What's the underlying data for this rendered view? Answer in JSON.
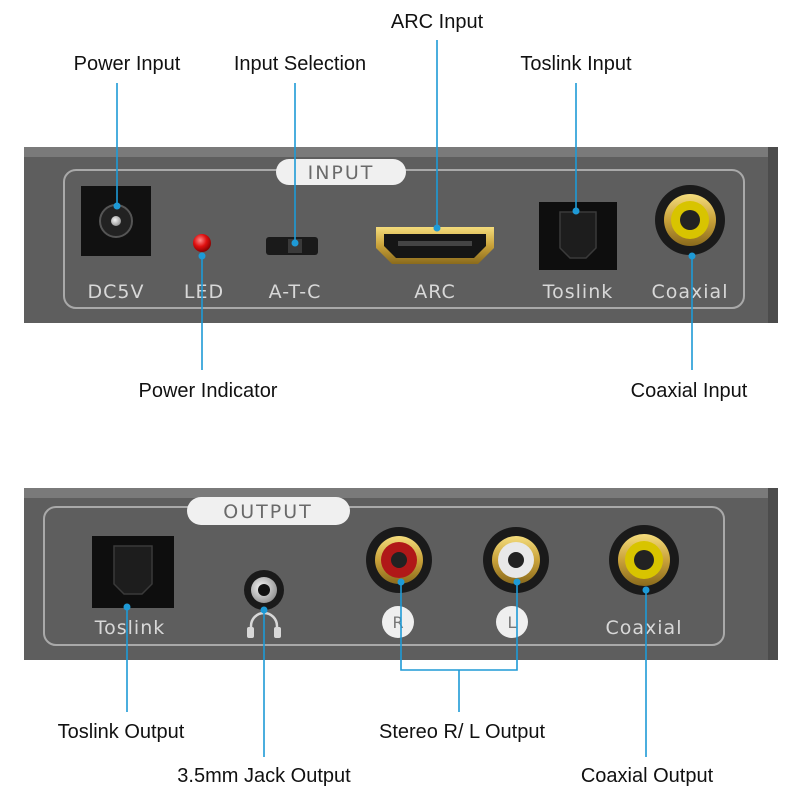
{
  "input_panel": {
    "header": "INPUT",
    "ports": {
      "dc5v": "DC5V",
      "led": "LED",
      "atc": "A-T-C",
      "arc": "ARC",
      "toslink": "Toslink",
      "coaxial": "Coaxial"
    },
    "callouts": {
      "power_input": "Power Input",
      "input_selection": "Input Selection",
      "arc_input": "ARC Input",
      "toslink_input": "Toslink Input",
      "power_indicator": "Power Indicator",
      "coaxial_input": "Coaxial Input"
    }
  },
  "output_panel": {
    "header": "OUTPUT",
    "ports": {
      "toslink": "Toslink",
      "r": "R",
      "l": "L",
      "coaxial": "Coaxial"
    },
    "callouts": {
      "toslink_output": "Toslink Output",
      "jack_output": "3.5mm Jack Output",
      "stereo_output": "Stereo R/ L Output",
      "coaxial_output": "Coaxial Output"
    }
  },
  "colors": {
    "panel": "#626262",
    "leader": "#1e9ad6",
    "rca_red": "#b01818",
    "rca_white": "#e8e8e8",
    "rca_yellow": "#d8c400"
  },
  "icons": {
    "headphone": "headphone-icon"
  }
}
